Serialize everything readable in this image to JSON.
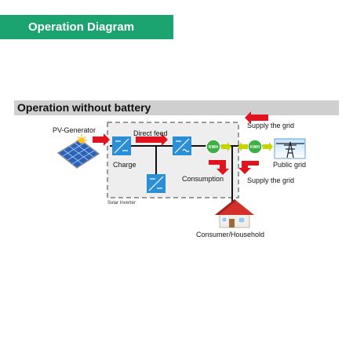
{
  "header": {
    "title": "Operation Diagram"
  },
  "section": {
    "title": "Operation without battery"
  },
  "labels": {
    "pv_generator": "PV-Generator",
    "direct_feed": "Direct feed",
    "charge": "Charge",
    "solar_inverter": "Solar Inverter",
    "consumption": "Consumption",
    "supply_grid_top": "Supply the grid",
    "supply_grid_bottom": "Supply the grid",
    "public_grid": "Public grid",
    "consumer": "Consumer/Household",
    "meter_1": "KWH",
    "meter_2": "KWH"
  },
  "colors": {
    "banner": "#1ba370",
    "section_bar": "#cfcfcf",
    "arrow": "#e0141e",
    "meter": "#3cb043",
    "converter": "#2a8fd6",
    "inverter_box": "#eeeeee"
  },
  "icons": [
    "solar-panel-icon",
    "converter-icon",
    "kwh-meter-icon",
    "power-pylon-icon",
    "house-icon"
  ]
}
